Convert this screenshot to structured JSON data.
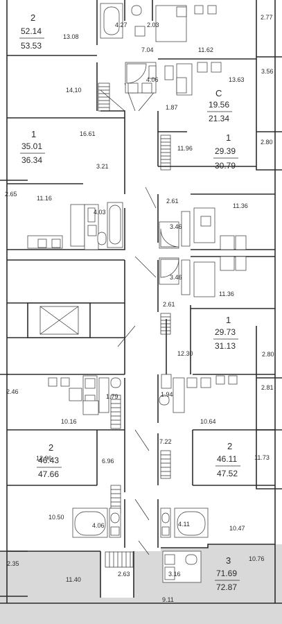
{
  "colors": {
    "selected_fill": "#d9d9d9",
    "wall": "#2b2b2b",
    "background": "#ffffff"
  },
  "room_areas": [
    {
      "id": "a1",
      "value": "13.08"
    },
    {
      "id": "a2",
      "value": "4.27"
    },
    {
      "id": "a3",
      "value": "2.03"
    },
    {
      "id": "a4",
      "value": "2.77"
    },
    {
      "id": "a5",
      "value": "7.04"
    },
    {
      "id": "a6",
      "value": "11.62"
    },
    {
      "id": "a7",
      "value": "4.06"
    },
    {
      "id": "a8",
      "value": "3.56"
    },
    {
      "id": "a9",
      "value": "14,10"
    },
    {
      "id": "a10",
      "value": "13.63"
    },
    {
      "id": "a11",
      "value": "1.87"
    },
    {
      "id": "a12",
      "value": "16.61"
    },
    {
      "id": "a13",
      "value": "11.96"
    },
    {
      "id": "a14",
      "value": "2.80"
    },
    {
      "id": "a15",
      "value": "3.21"
    },
    {
      "id": "a16",
      "value": "2.65"
    },
    {
      "id": "a17",
      "value": "11.16"
    },
    {
      "id": "a18",
      "value": "2.61"
    },
    {
      "id": "a19",
      "value": "4.03"
    },
    {
      "id": "a20",
      "value": "11.36"
    },
    {
      "id": "a21",
      "value": "3.46"
    },
    {
      "id": "a22",
      "value": "3.46"
    },
    {
      "id": "a23",
      "value": "11.36"
    },
    {
      "id": "a24",
      "value": "2.61"
    },
    {
      "id": "a25",
      "value": "12.30"
    },
    {
      "id": "a26",
      "value": "2.80"
    },
    {
      "id": "a27",
      "value": "2.46"
    },
    {
      "id": "a28",
      "value": "1.79"
    },
    {
      "id": "a29",
      "value": "1.94"
    },
    {
      "id": "a30",
      "value": "2.81"
    },
    {
      "id": "a31",
      "value": "10.16"
    },
    {
      "id": "a32",
      "value": "10.64"
    },
    {
      "id": "a33",
      "value": "12.96"
    },
    {
      "id": "a34",
      "value": "7.22"
    },
    {
      "id": "a35",
      "value": "11.73"
    },
    {
      "id": "a36",
      "value": "6.96"
    },
    {
      "id": "a37",
      "value": "10.50"
    },
    {
      "id": "a38",
      "value": "4.06"
    },
    {
      "id": "a39",
      "value": "4.11"
    },
    {
      "id": "a40",
      "value": "10.47"
    },
    {
      "id": "a41",
      "value": "2.35"
    },
    {
      "id": "a42",
      "value": "10.76"
    },
    {
      "id": "a43",
      "value": "11.40"
    },
    {
      "id": "a44",
      "value": "2.63"
    },
    {
      "id": "a45",
      "value": "3.16"
    },
    {
      "id": "a46",
      "value": "9.11"
    }
  ],
  "apartments": [
    {
      "id": "apt1",
      "rooms": "2",
      "living_area": "52.14",
      "total_area": "53.53",
      "selected": false
    },
    {
      "id": "apt2",
      "rooms": "C",
      "living_area": "19.56",
      "total_area": "21.34",
      "selected": false
    },
    {
      "id": "apt3",
      "rooms": "1",
      "living_area": "35.01",
      "total_area": "36.34",
      "selected": false
    },
    {
      "id": "apt4",
      "rooms": "1",
      "living_area": "29.39",
      "total_area": "30.79",
      "selected": false
    },
    {
      "id": "apt5",
      "rooms": "1",
      "living_area": "29.73",
      "total_area": "31.13",
      "selected": false
    },
    {
      "id": "apt6",
      "rooms": "2",
      "living_area": "46.43",
      "total_area": "47.66",
      "selected": false
    },
    {
      "id": "apt7",
      "rooms": "2",
      "living_area": "46.11",
      "total_area": "47.52",
      "selected": false
    },
    {
      "id": "apt8",
      "rooms": "3",
      "living_area": "71.69",
      "total_area": "72.87",
      "selected": true
    }
  ]
}
